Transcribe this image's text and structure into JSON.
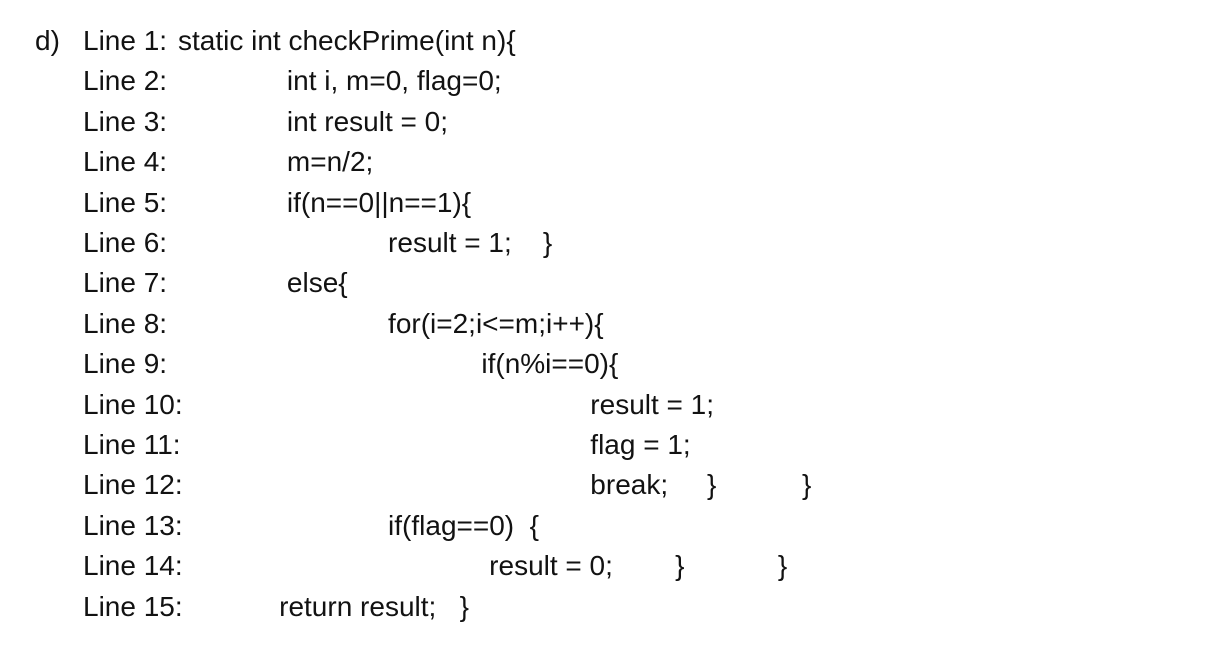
{
  "page": {
    "background_color": "#ffffff",
    "text_color": "#121212"
  },
  "question": {
    "item_marker": "d)",
    "lines": [
      {
        "label": "Line 1:",
        "indent": 0,
        "code": "static int checkPrime(int n){"
      },
      {
        "label": "Line 2:",
        "indent": 14,
        "code": "int i, m=0, flag=0;"
      },
      {
        "label": "Line 3:",
        "indent": 14,
        "code": "int result = 0;"
      },
      {
        "label": "Line 4:",
        "indent": 14,
        "code": "m=n/2;"
      },
      {
        "label": "Line 5:",
        "indent": 14,
        "code": "if(n==0||n==1){"
      },
      {
        "label": "Line 6:",
        "indent": 27,
        "code": "result = 1;    }"
      },
      {
        "label": "Line 7:",
        "indent": 14,
        "code": "else{"
      },
      {
        "label": "Line 8:",
        "indent": 27,
        "code": "for(i=2;i<=m;i++){"
      },
      {
        "label": "Line 9:",
        "indent": 39,
        "code": "if(n%i==0){"
      },
      {
        "label": "Line 10:",
        "indent": 53,
        "code": "result = 1;"
      },
      {
        "label": "Line 11:",
        "indent": 53,
        "code": "flag = 1;"
      },
      {
        "label": "Line 12:",
        "indent": 53,
        "code": "break;     }           }"
      },
      {
        "label": "Line 13:",
        "indent": 27,
        "code": "if(flag==0)  {"
      },
      {
        "label": "Line 14:",
        "indent": 40,
        "code": "result = 0;        }            }"
      },
      {
        "label": "Line 15:",
        "indent": 13,
        "code": "return result;   }"
      }
    ]
  }
}
